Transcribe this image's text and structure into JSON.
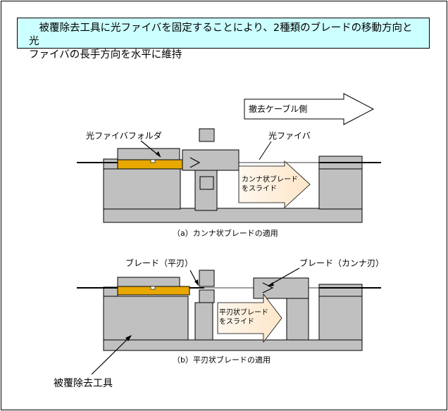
{
  "title_lines": [
    "　被覆除去工具に光ファイバを固定することにより、2種類のブレードの移動方向と光",
    "ファイバの長手方向を水平に維持"
  ],
  "panel_a": {
    "direction_arrow_label": "撤去ケーブル側",
    "holder_label": "光ファイバフォルダ",
    "fiber_label": "光ファイバ",
    "slide_label_line1": "カンナ状ブレード",
    "slide_label_line2": "をスライド",
    "caption": "（a）カンナ状ブレードの適用"
  },
  "panel_b": {
    "flat_blade_label": "ブレード（平刃）",
    "kanna_blade_label": "ブレード（カンナ刃）",
    "slide_label_line1": "平刃状ブレード",
    "slide_label_line2": "をスライド",
    "caption": "（b）平刃状ブレードの適用",
    "tool_label": "被覆除去工具"
  },
  "colors": {
    "gray_block": "#c0c0c0",
    "holder_orange": "#e8a800",
    "title_bg": "#ccffff",
    "slide_arrow_fill": "#fff2e0"
  }
}
